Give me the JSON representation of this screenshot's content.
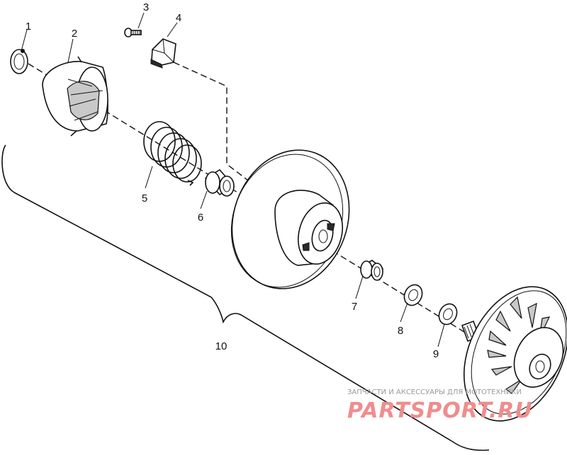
{
  "callouts": {
    "c1": "1",
    "c2": "2",
    "c3": "3",
    "c4": "4",
    "c5": "5",
    "c6": "6",
    "c7": "7",
    "c8": "8",
    "c9": "9",
    "c10": "10"
  },
  "watermark": {
    "caption": "ЗАПЧАСТИ И АКСЕССУАРЫ ДЛЯ МОТОТЕХНИКИ",
    "brand": "PARTSPORT.RU"
  },
  "colors": {
    "line": "#111111",
    "watermark_brand": "#f08d8d",
    "watermark_caption": "#9a9a9a"
  }
}
